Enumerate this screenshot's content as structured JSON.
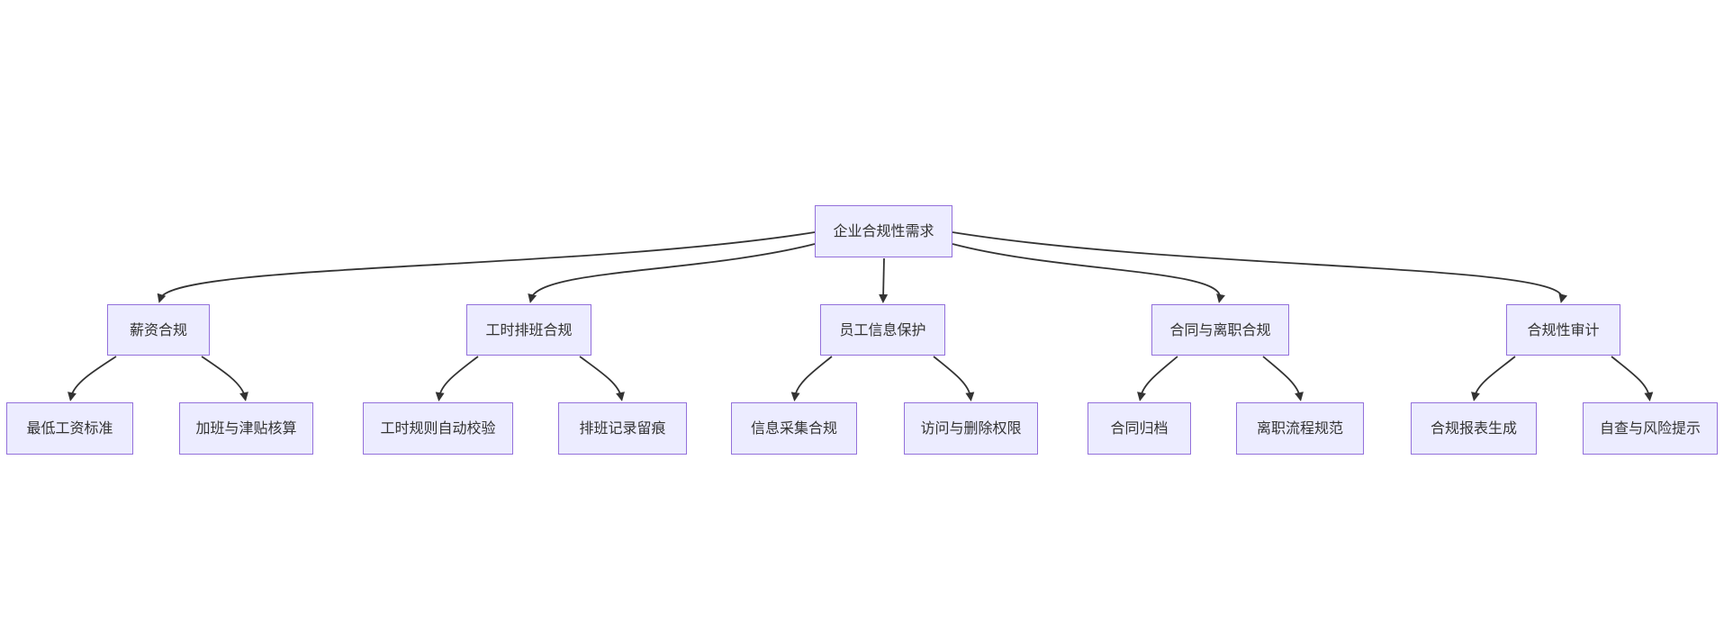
{
  "diagram": {
    "type": "flowchart-tree",
    "colors": {
      "background": "#ffffff",
      "node_fill": "#ECECFF",
      "node_border": "#9370DB",
      "edge": "#333333",
      "text": "#333333"
    },
    "root": {
      "label": "企业合规性需求"
    },
    "branches": [
      {
        "label": "薪资合规",
        "children": [
          {
            "label": "最低工资标准"
          },
          {
            "label": "加班与津贴核算"
          }
        ]
      },
      {
        "label": "工时排班合规",
        "children": [
          {
            "label": "工时规则自动校验"
          },
          {
            "label": "排班记录留痕"
          }
        ]
      },
      {
        "label": "员工信息保护",
        "children": [
          {
            "label": "信息采集合规"
          },
          {
            "label": "访问与删除权限"
          }
        ]
      },
      {
        "label": "合同与离职合规",
        "children": [
          {
            "label": "合同归档"
          },
          {
            "label": "离职流程规范"
          }
        ]
      },
      {
        "label": "合规性审计",
        "children": [
          {
            "label": "合规报表生成"
          },
          {
            "label": "自查与风险提示"
          }
        ]
      }
    ]
  }
}
